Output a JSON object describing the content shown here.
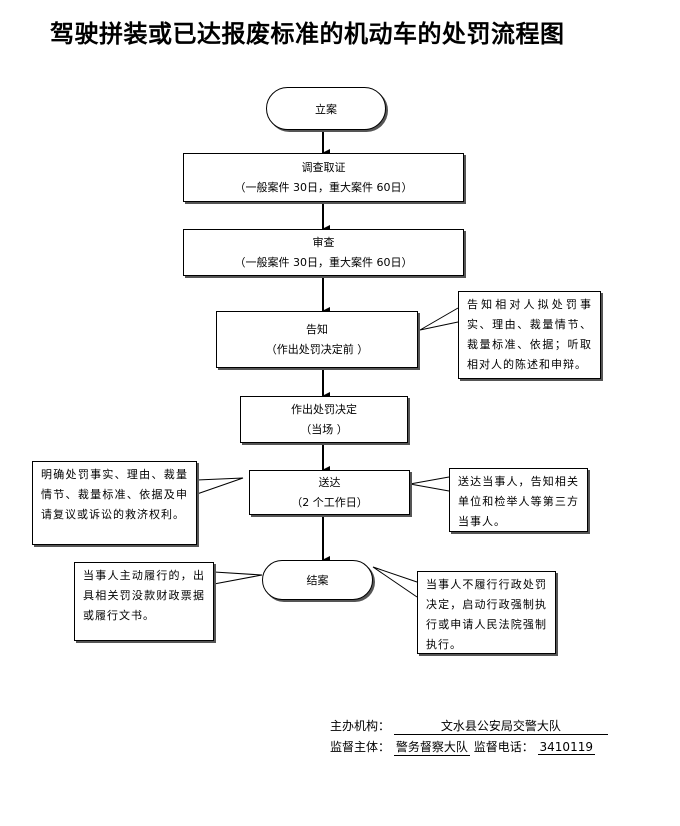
{
  "title": "驾驶拼装或已达报废标准的机动车的处罚流程图",
  "steps": {
    "lian": "立案",
    "diaocha": {
      "title": "调查取证",
      "sub": "（一般案件 30日，重大案件 60日）"
    },
    "shencha": {
      "title": "审查",
      "sub": "（一般案件 30日，重大案件 60日）"
    },
    "gaozhi": {
      "title": "告知",
      "sub": "（作出处罚决定前 ）"
    },
    "juedi": {
      "title": "作出处罚决定",
      "sub": "（当场 ）"
    },
    "songda": {
      "title": "送达",
      "sub": "（2 个工作日）"
    },
    "jiean": "结案"
  },
  "notes": {
    "gaozhi": "告知相对人拟处罚事实、理由、裁量情节、裁量标准、依据；听取相对人的陈述和申辩。",
    "songda_left": "明确处罚事实、理由、裁量情节、裁量标准、依据及申请复议或诉讼的救济权利。",
    "songda_right": "送达当事人，告知相关单位和检举人等第三方当事人。",
    "jiean_left": "当事人主动履行的，出具相关罚没款财政票据或履行文书。",
    "jiean_right": "当事人不履行行政处罚决定，启动行政强制执行或申请人民法院强制执行。"
  },
  "footer": {
    "org_label": "主办机构：",
    "org_value": "文水县公安局交警大队",
    "sup_label": "监督主体：",
    "sup_value": "警务督察大队",
    "tel_label": "监督电话：",
    "tel_value": "3410119"
  }
}
